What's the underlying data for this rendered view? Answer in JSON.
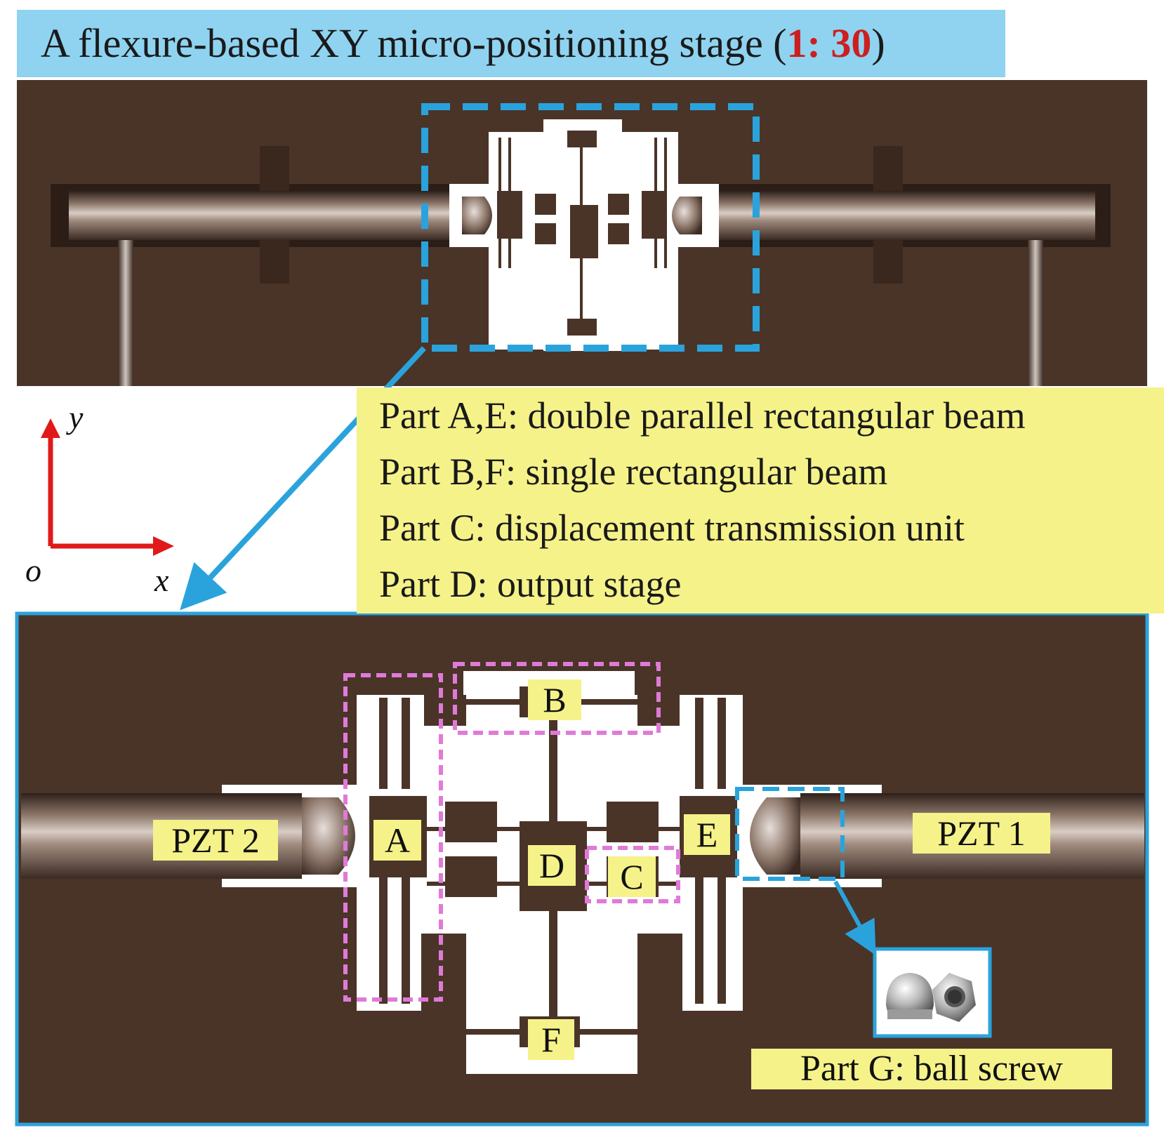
{
  "title": {
    "prefix": "A flexure-based XY  micro-positioning stage (",
    "scale": "1: 30",
    "suffix": ")"
  },
  "legend": [
    "Part A,E: double parallel rectangular beam",
    "Part B,F: single rectangular beam",
    "Part C: displacement transmission unit",
    "Part D: output stage"
  ],
  "axes": {
    "y": "y",
    "x": "x",
    "origin": "o"
  },
  "part_labels": {
    "A": "A",
    "B": "B",
    "C": "C",
    "D": "D",
    "E": "E",
    "F": "F"
  },
  "actuators": {
    "left": "PZT 2",
    "right": "PZT 1"
  },
  "part_g_label": "Part G: ball screw",
  "colors": {
    "title_bg": "#8fd3f0",
    "label_bg": "#f5f28a",
    "scale_text": "#cc1f1f",
    "base_brown": "#4a3428",
    "zoom_frame": "#2aa3dc",
    "part_frame": "#e07ad8",
    "axis_arrow": "#e01a1a"
  }
}
